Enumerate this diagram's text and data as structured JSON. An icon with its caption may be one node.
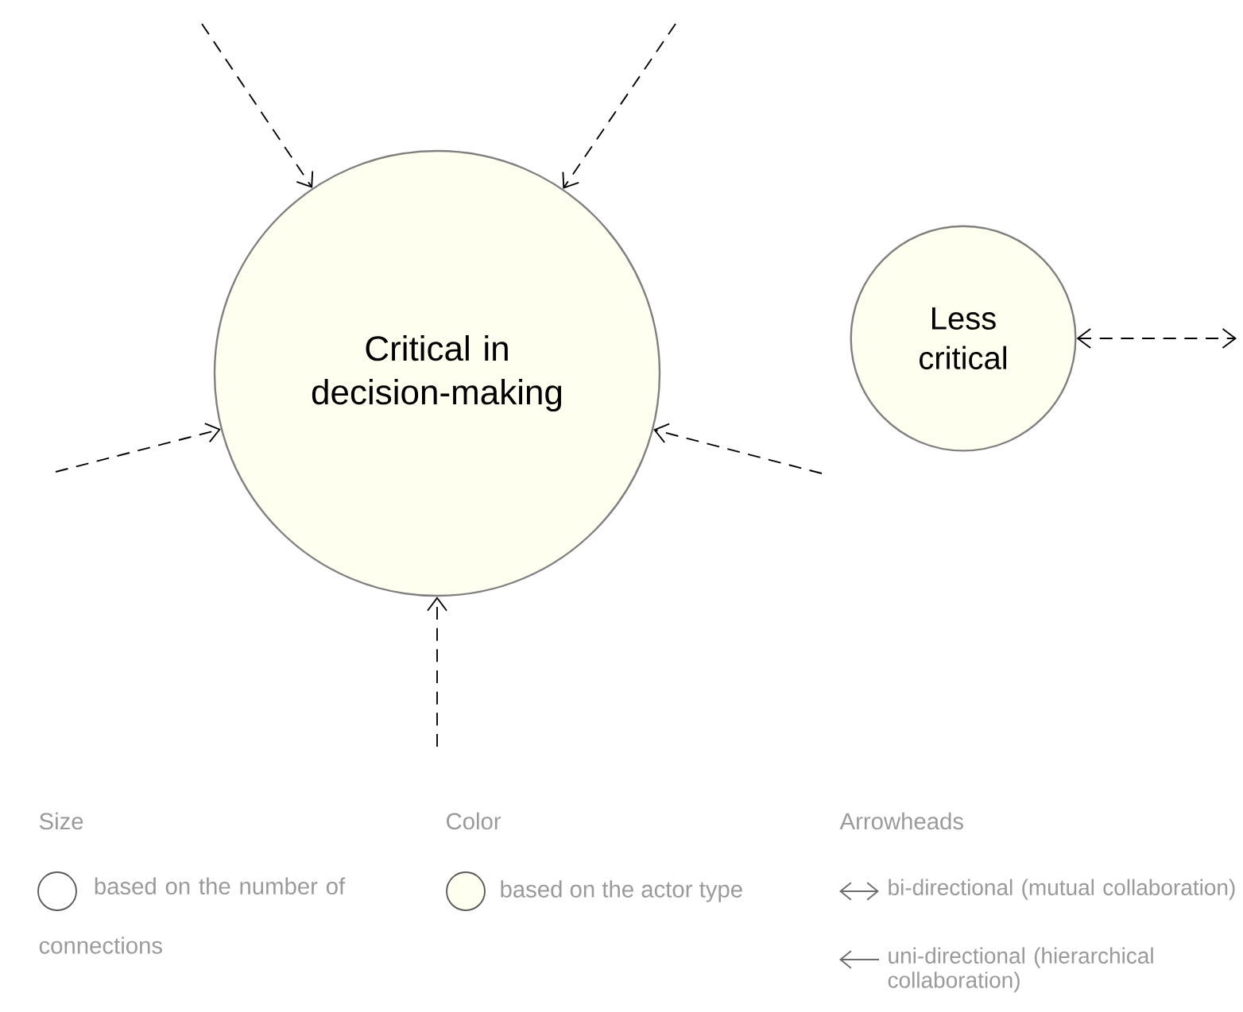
{
  "diagram": {
    "nodes": [
      {
        "text": [
          "Critical in decision-making"
        ]
      },
      {
        "text": [
          "Less critical"
        ]
      }
    ],
    "edges": [
      {
        "from": null,
        "to": 0,
        "arrow": "to",
        "style": "dashed"
      },
      {
        "from": null,
        "to": 0,
        "arrow": "to",
        "style": "dashed"
      },
      {
        "from": null,
        "to": 0,
        "arrow": "to",
        "style": "dashed"
      },
      {
        "from": null,
        "to": 0,
        "arrow": "to",
        "style": "dashed"
      },
      {
        "from": null,
        "to": 0,
        "arrow": "to",
        "style": "dashed"
      },
      {
        "from": 1,
        "to": null,
        "arrow": "both",
        "style": "dashed"
      }
    ],
    "labels": [
      "Size",
      "Color",
      "Arrowheads"
    ],
    "legend": [
      {
        "text": "based on the number of connections"
      },
      {
        "text": "based on the actor type",
        "color": "#fffff0"
      },
      {
        "text": "bi-directional (mutual collaboration)"
      },
      {
        "text": "uni-directional (hierarchical collaboration)"
      }
    ]
  }
}
